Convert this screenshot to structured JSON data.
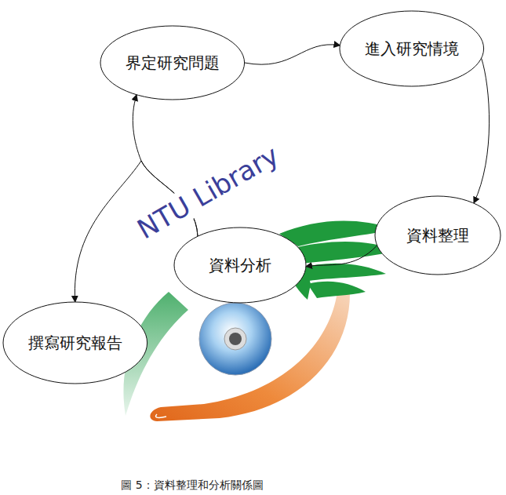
{
  "diagram": {
    "caption": "圖 5：資料整理和分析關係圖",
    "nodes": [
      {
        "text": [
          "界定研究問題"
        ]
      },
      {
        "text": [
          "進入研究情境"
        ]
      },
      {
        "text": [
          "資料整理"
        ]
      },
      {
        "text": [
          "資料分析"
        ]
      },
      {
        "text": [
          "撰寫研究報告"
        ]
      }
    ],
    "edges": [
      {
        "from": 0,
        "to": 1,
        "arrow": "to"
      },
      {
        "from": 1,
        "to": 2,
        "arrow": "to"
      },
      {
        "from": 2,
        "to": 3,
        "arrow": "to"
      },
      {
        "from": 3,
        "to": 0,
        "arrow": "to"
      },
      {
        "from": 3,
        "to": 4,
        "arrow": "to"
      }
    ],
    "labels": [
      "NTU Library"
    ]
  }
}
